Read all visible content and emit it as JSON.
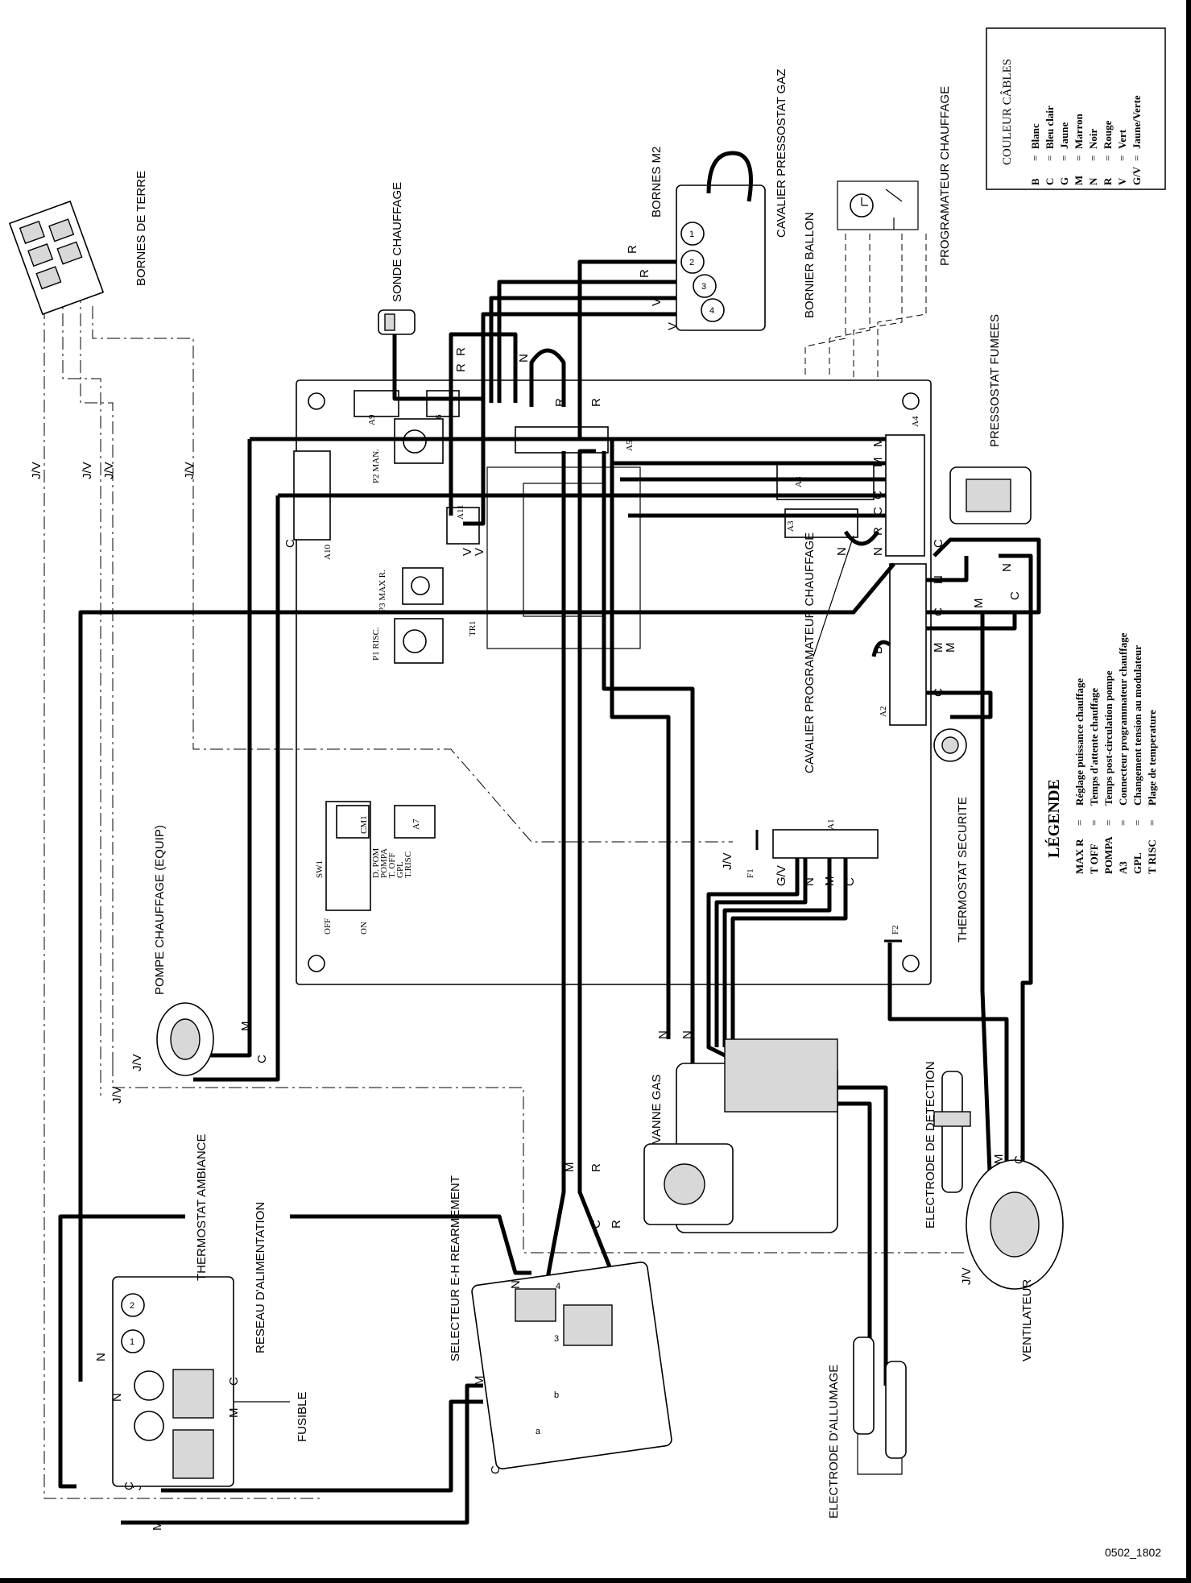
{
  "labels": {
    "bornes_terre": "BORNES DE TERRE",
    "sonde": "SONDE CHAUFFAGE",
    "bornes_m2": "BORNES M2",
    "cavalier_press": "CAVALIER PRESSOSTAT GAZ",
    "bornier_ballon": "BORNIER BALLON",
    "programmateur": "PROGRAMATEUR CHAUFFAGE",
    "pressostat_fumees": "PRESSOSTAT FUMEES",
    "cavalier_prog": "CAVALIER PROGRAMATEUR CHAUFFAGE",
    "thermostat_securite": "THERMOSTAT SECURITE",
    "pompe": "POMPE CHAUFFAGE (EQUIP)",
    "vanne_gas": "VANNE GAS",
    "electrode_detection": "ELECTRODE DE DETECTION",
    "thermostat_ambiance": "THERMOSTAT AMBIANCE",
    "reseau": "RESEAU D'ALIMENTATION",
    "fusible": "FUSIBLE",
    "selecteur": "SELECTEUR E-H REARMEMENT",
    "electrode_allumage": "ELECTRODE D'ALLUMAGE",
    "ventilateur": "VENTILATEUR",
    "ref": "0502_1802"
  },
  "board": {
    "connectors": [
      "A1",
      "A2",
      "A3",
      "A4",
      "A5",
      "A6",
      "A7",
      "A8",
      "A9",
      "A10",
      "A11"
    ],
    "pots": [
      "P1 RISC.",
      "P2 MAN.",
      "P3 MAX R."
    ],
    "tr": "TR1",
    "fuses": [
      "F1",
      "F2"
    ],
    "sw": "SW1",
    "cm": "CM1",
    "switch_labels": [
      "D. POM",
      "POMPA",
      "T. OFF",
      "GPL",
      "T.RISC"
    ],
    "on": "ON",
    "off": "OFF"
  },
  "wire_letters": {
    "jv": "J/V",
    "n": "N",
    "r": "R",
    "v": "V",
    "c": "C",
    "m": "M",
    "b": "B",
    "gv": "G/V"
  },
  "couleur": {
    "title": "COULEUR CÂBLES",
    "rows": [
      {
        "code": "B",
        "eq": "=",
        "name": "Blanc"
      },
      {
        "code": "C",
        "eq": "=",
        "name": "Bleu clair"
      },
      {
        "code": "G",
        "eq": "=",
        "name": "Jaune"
      },
      {
        "code": "M",
        "eq": "=",
        "name": "Marron"
      },
      {
        "code": "N",
        "eq": "=",
        "name": "Noir"
      },
      {
        "code": "R",
        "eq": "=",
        "name": "Rouge"
      },
      {
        "code": "V",
        "eq": "=",
        "name": "Vert"
      },
      {
        "code": "G/V",
        "eq": "=",
        "name": "Jaune/Verte"
      }
    ]
  },
  "legende": {
    "title": "LÉGENDE",
    "rows": [
      {
        "code": "MAX R",
        "eq": "=",
        "desc": "Réglage puissance chauffage"
      },
      {
        "code": "T OFF",
        "eq": "=",
        "desc": "Temps d'attente chauffage"
      },
      {
        "code": "POMPA",
        "eq": "=",
        "desc": "Temps post-circulation pompe"
      },
      {
        "code": "A3",
        "eq": "=",
        "desc": "Connecteur programmateur chauffage"
      },
      {
        "code": "GPL",
        "eq": "=",
        "desc": "Changement tension au modulateur"
      },
      {
        "code": "T RISC",
        "eq": "=",
        "desc": "Plage de temperature"
      }
    ]
  }
}
